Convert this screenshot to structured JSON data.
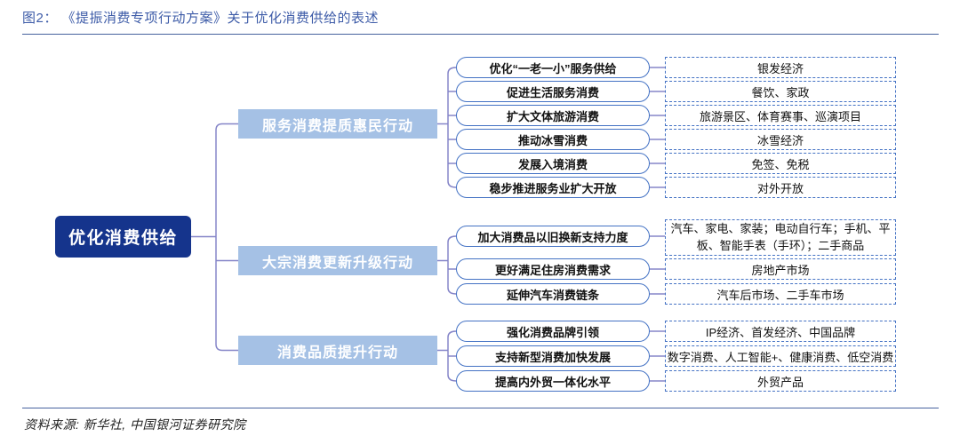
{
  "title": "图2： 《提振消费专项行动方案》关于优化消费供给的表述",
  "source": "资料来源: 新华社, 中国银河证券研究院",
  "root": {
    "label": "优化消费供给"
  },
  "branches": [
    {
      "label": "服务消费提质惠民行动",
      "children": [
        {
          "action": "优化“一老一小”服务供给",
          "target": "银发经济"
        },
        {
          "action": "促进生活服务消费",
          "target": "餐饮、家政"
        },
        {
          "action": "扩大文体旅游消费",
          "target": "旅游景区、体育赛事、巡演项目"
        },
        {
          "action": "推动冰雪消费",
          "target": "冰雪经济"
        },
        {
          "action": "发展入境消费",
          "target": "免签、免税"
        },
        {
          "action": "稳步推进服务业扩大开放",
          "target": "对外开放"
        }
      ]
    },
    {
      "label": "大宗消费更新升级行动",
      "children": [
        {
          "action": "加大消费品以旧换新支持力度",
          "target": "汽车、家电、家装；电动自行车；手机、平板、智能手表（手环）；二手商品"
        },
        {
          "action": "更好满足住房消费需求",
          "target": "房地产市场"
        },
        {
          "action": "延伸汽车消费链条",
          "target": "汽车后市场、二手车市场"
        }
      ]
    },
    {
      "label": "消费品质提升行动",
      "children": [
        {
          "action": "强化消费品牌引领",
          "target": "IP经济、首发经济、中国品牌"
        },
        {
          "action": "支持新型消费加快发展",
          "target": "数字消费、人工智能+、健康消费、低空消费"
        },
        {
          "action": "提高内外贸一体化水平",
          "target": "外贸产品"
        }
      ]
    }
  ],
  "colors": {
    "root_fill": "#15348C",
    "branch_fill": "#A5C1E5",
    "node_border": "#4472C4",
    "connector": "#8585C8",
    "title_text": "#3E5CA8"
  }
}
